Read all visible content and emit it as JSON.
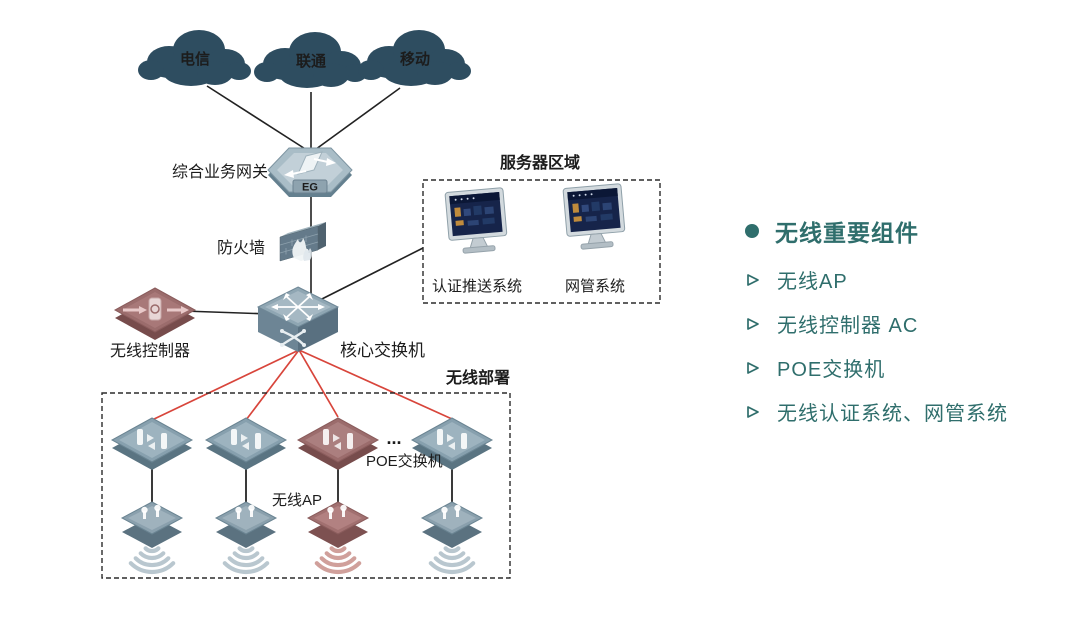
{
  "diagram": {
    "clouds": [
      {
        "label": "电信"
      },
      {
        "label": "联通"
      },
      {
        "label": "移动"
      }
    ],
    "gateway": {
      "label": "综合业务网关",
      "badge": "EG"
    },
    "firewall": {
      "label": "防火墙"
    },
    "core_switch": {
      "label": "核心交换机"
    },
    "wireless_controller": {
      "label": "无线控制器"
    },
    "server_area": {
      "title": "服务器区域",
      "servers": [
        {
          "label": "认证推送系统"
        },
        {
          "label": "网管系统"
        }
      ]
    },
    "wireless_area": {
      "title": "无线部署",
      "poe_switch_label": "POE交换机",
      "ap_label": "无线AP",
      "ellipsis": "..."
    }
  },
  "panel": {
    "bullet_title": "无线重要组件",
    "items": [
      {
        "label": "无线AP"
      },
      {
        "label": "无线控制器 AC"
      },
      {
        "label": "POE交换机"
      },
      {
        "label": "无线认证系统、网管系统"
      }
    ]
  },
  "colors": {
    "accent_teal": "#2F6E6C",
    "cloud_fill": "#2E4D60",
    "red_link": "#D8453B",
    "black_link": "#222222",
    "device_blue": "#87A0AE",
    "device_red": "#9B6C6C"
  }
}
